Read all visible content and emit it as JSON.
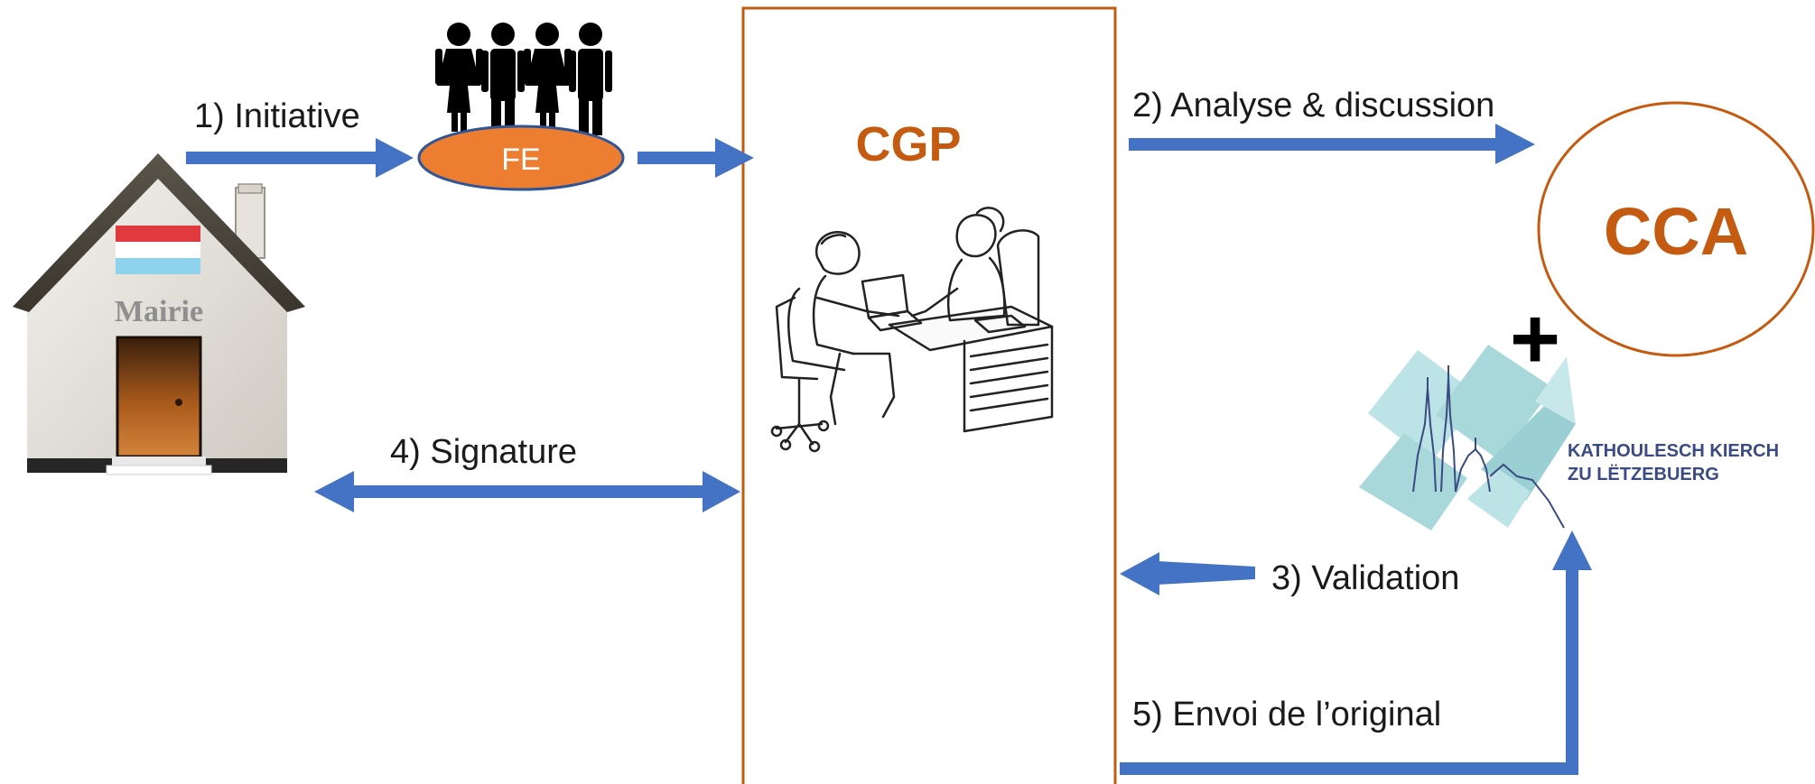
{
  "colors": {
    "arrow": "#4472C4",
    "accent": "#C55A11",
    "ellipse_fill": "#ED7D31",
    "box_border": "#C55A11",
    "text": "#1a1a1a",
    "church_logo": "#A9D8DB"
  },
  "nodes": {
    "mairie": {
      "label": "Mairie",
      "icon": "house-icon"
    },
    "fe": {
      "label": "FE",
      "icon": "group-of-people-icon"
    },
    "cgp": {
      "label": "CGP",
      "icon": "meeting-sketch-icon"
    },
    "cca": {
      "label": "CCA"
    },
    "plus": {
      "label": "+"
    },
    "church": {
      "line1": "KATHOULESCH KIERCH",
      "line2": "ZU LËTZEBUERG",
      "icon": "church-logo-icon"
    }
  },
  "steps": {
    "s1": "1) Initiative",
    "s2": "2) Analyse & discussion",
    "s3": "3) Validation",
    "s4": "4) Signature",
    "s5": "5) Envoi de l’original"
  }
}
